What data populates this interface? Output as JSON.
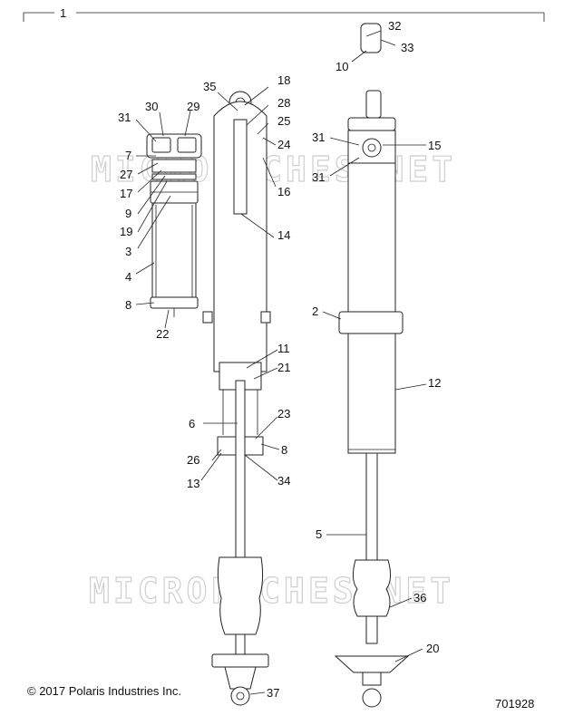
{
  "diagram": {
    "copyright": "© 2017 Polaris Industries Inc.",
    "drawing_number": "701928",
    "watermark": "MICROFICHES.NET",
    "callouts": [
      {
        "id": "c1",
        "text": "1"
      },
      {
        "id": "c32",
        "text": "32"
      },
      {
        "id": "c33",
        "text": "33"
      },
      {
        "id": "c10",
        "text": "10"
      },
      {
        "id": "c35",
        "text": "35"
      },
      {
        "id": "c18",
        "text": "18"
      },
      {
        "id": "c28",
        "text": "28"
      },
      {
        "id": "c25",
        "text": "25"
      },
      {
        "id": "c24",
        "text": "24"
      },
      {
        "id": "c16",
        "text": "16"
      },
      {
        "id": "c30",
        "text": "30"
      },
      {
        "id": "c29",
        "text": "29"
      },
      {
        "id": "c31a",
        "text": "31"
      },
      {
        "id": "c7",
        "text": "7"
      },
      {
        "id": "c27",
        "text": "27"
      },
      {
        "id": "c17",
        "text": "17"
      },
      {
        "id": "c9",
        "text": "9"
      },
      {
        "id": "c19",
        "text": "19"
      },
      {
        "id": "c3",
        "text": "3"
      },
      {
        "id": "c4",
        "text": "4"
      },
      {
        "id": "c8a",
        "text": "8"
      },
      {
        "id": "c22",
        "text": "22"
      },
      {
        "id": "c14",
        "text": "14"
      },
      {
        "id": "c31b",
        "text": "31"
      },
      {
        "id": "c15",
        "text": "15"
      },
      {
        "id": "c31c",
        "text": "31"
      },
      {
        "id": "c2",
        "text": "2"
      },
      {
        "id": "c12",
        "text": "12"
      },
      {
        "id": "c11",
        "text": "11"
      },
      {
        "id": "c21",
        "text": "21"
      },
      {
        "id": "c6",
        "text": "6"
      },
      {
        "id": "c23",
        "text": "23"
      },
      {
        "id": "c8b",
        "text": "8"
      },
      {
        "id": "c26",
        "text": "26"
      },
      {
        "id": "c13",
        "text": "13"
      },
      {
        "id": "c34",
        "text": "34"
      },
      {
        "id": "c5",
        "text": "5"
      },
      {
        "id": "c36",
        "text": "36"
      },
      {
        "id": "c20",
        "text": "20"
      },
      {
        "id": "c37",
        "text": "37"
      }
    ]
  }
}
